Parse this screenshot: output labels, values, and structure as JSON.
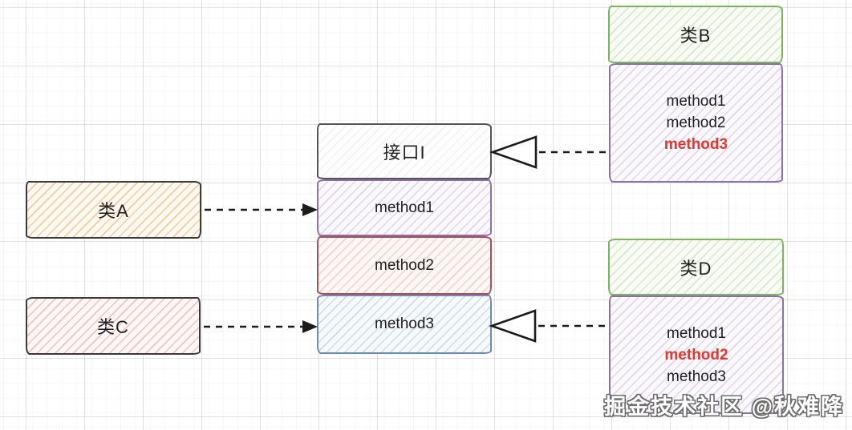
{
  "colors": {
    "arrow": "#1c1c1c",
    "highlight_text": "#e8322a",
    "dark_border": "#3a3a3a",
    "interface_border": "#545454",
    "green_border": "#7cb45e",
    "purple_border": "#8b6fae",
    "red_border": "#ab4f56",
    "blue_border": "#6d8abc",
    "grid_major": "#dcdcdc"
  },
  "interface": {
    "title": "接口I",
    "methods": [
      "method1",
      "method2",
      "method3"
    ]
  },
  "classA": {
    "label": "类A"
  },
  "classC": {
    "label": "类C"
  },
  "classB": {
    "label": "类B",
    "methods": [
      "method1",
      "method2",
      "method3"
    ],
    "highlighted_method": "method3"
  },
  "classD": {
    "label": "类D",
    "methods": [
      "method1",
      "method2",
      "method3"
    ],
    "highlighted_method": "method2"
  },
  "watermark": "掘金技术社区 @秋难降"
}
